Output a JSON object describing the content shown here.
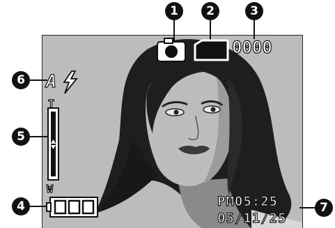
{
  "callouts": [
    "1",
    "2",
    "3",
    "4",
    "5",
    "6",
    "7"
  ],
  "osd": {
    "frame_count": "0000",
    "flash_mode": "A",
    "zoom_tele": "T",
    "zoom_wide": "W",
    "time": "PM05:25",
    "date": "05/11/25",
    "battery_level": 1.0
  },
  "icons": {
    "mode": "camera-icon",
    "memory": "memory-card-icon",
    "flash": "lightning-icon",
    "battery": "battery-icon",
    "zoom": "zoom-bar-icon"
  }
}
